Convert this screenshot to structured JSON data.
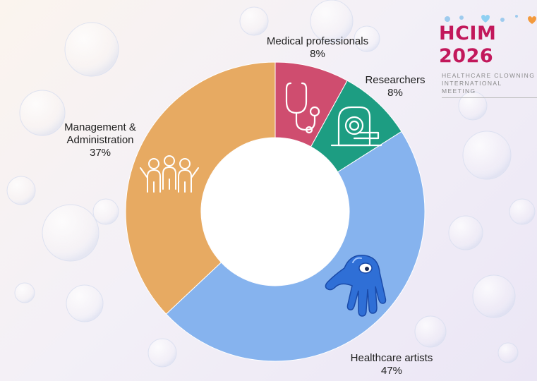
{
  "chart_data": {
    "type": "pie",
    "donut": true,
    "title": "",
    "slices": [
      {
        "label": "Medical professionals",
        "value": 8,
        "display": "8%",
        "color": "#cf4d6f",
        "icon": "stethoscope-icon"
      },
      {
        "label": "Researchers",
        "value": 8,
        "display": "8%",
        "color": "#1d9d82",
        "icon": "mri-scanner-icon"
      },
      {
        "label": "Healthcare artists",
        "value": 47,
        "display": "47%",
        "color": "#86b3ee",
        "icon": "blue-glove-clown-icon"
      },
      {
        "label": "Management & Administration",
        "value": 37,
        "display": "37%",
        "color": "#e7aa62",
        "icon": "team-people-icon"
      }
    ],
    "legend": "none"
  },
  "labels": {
    "medical": {
      "line1": "Medical professionals",
      "pct": "8%"
    },
    "researchers": {
      "line1": "Researchers",
      "pct": "8%"
    },
    "artists": {
      "line1": "Healthcare artists",
      "pct": "47%"
    },
    "management": {
      "line1": "Management &",
      "line2": "Administration",
      "pct": "37%"
    }
  },
  "logo": {
    "title": "HCIM 2026",
    "subtitle_line1": "HEALTHCARE CLOWNING",
    "subtitle_line2": "INTERNATIONAL MEETING",
    "accent_color": "#c2185b"
  }
}
